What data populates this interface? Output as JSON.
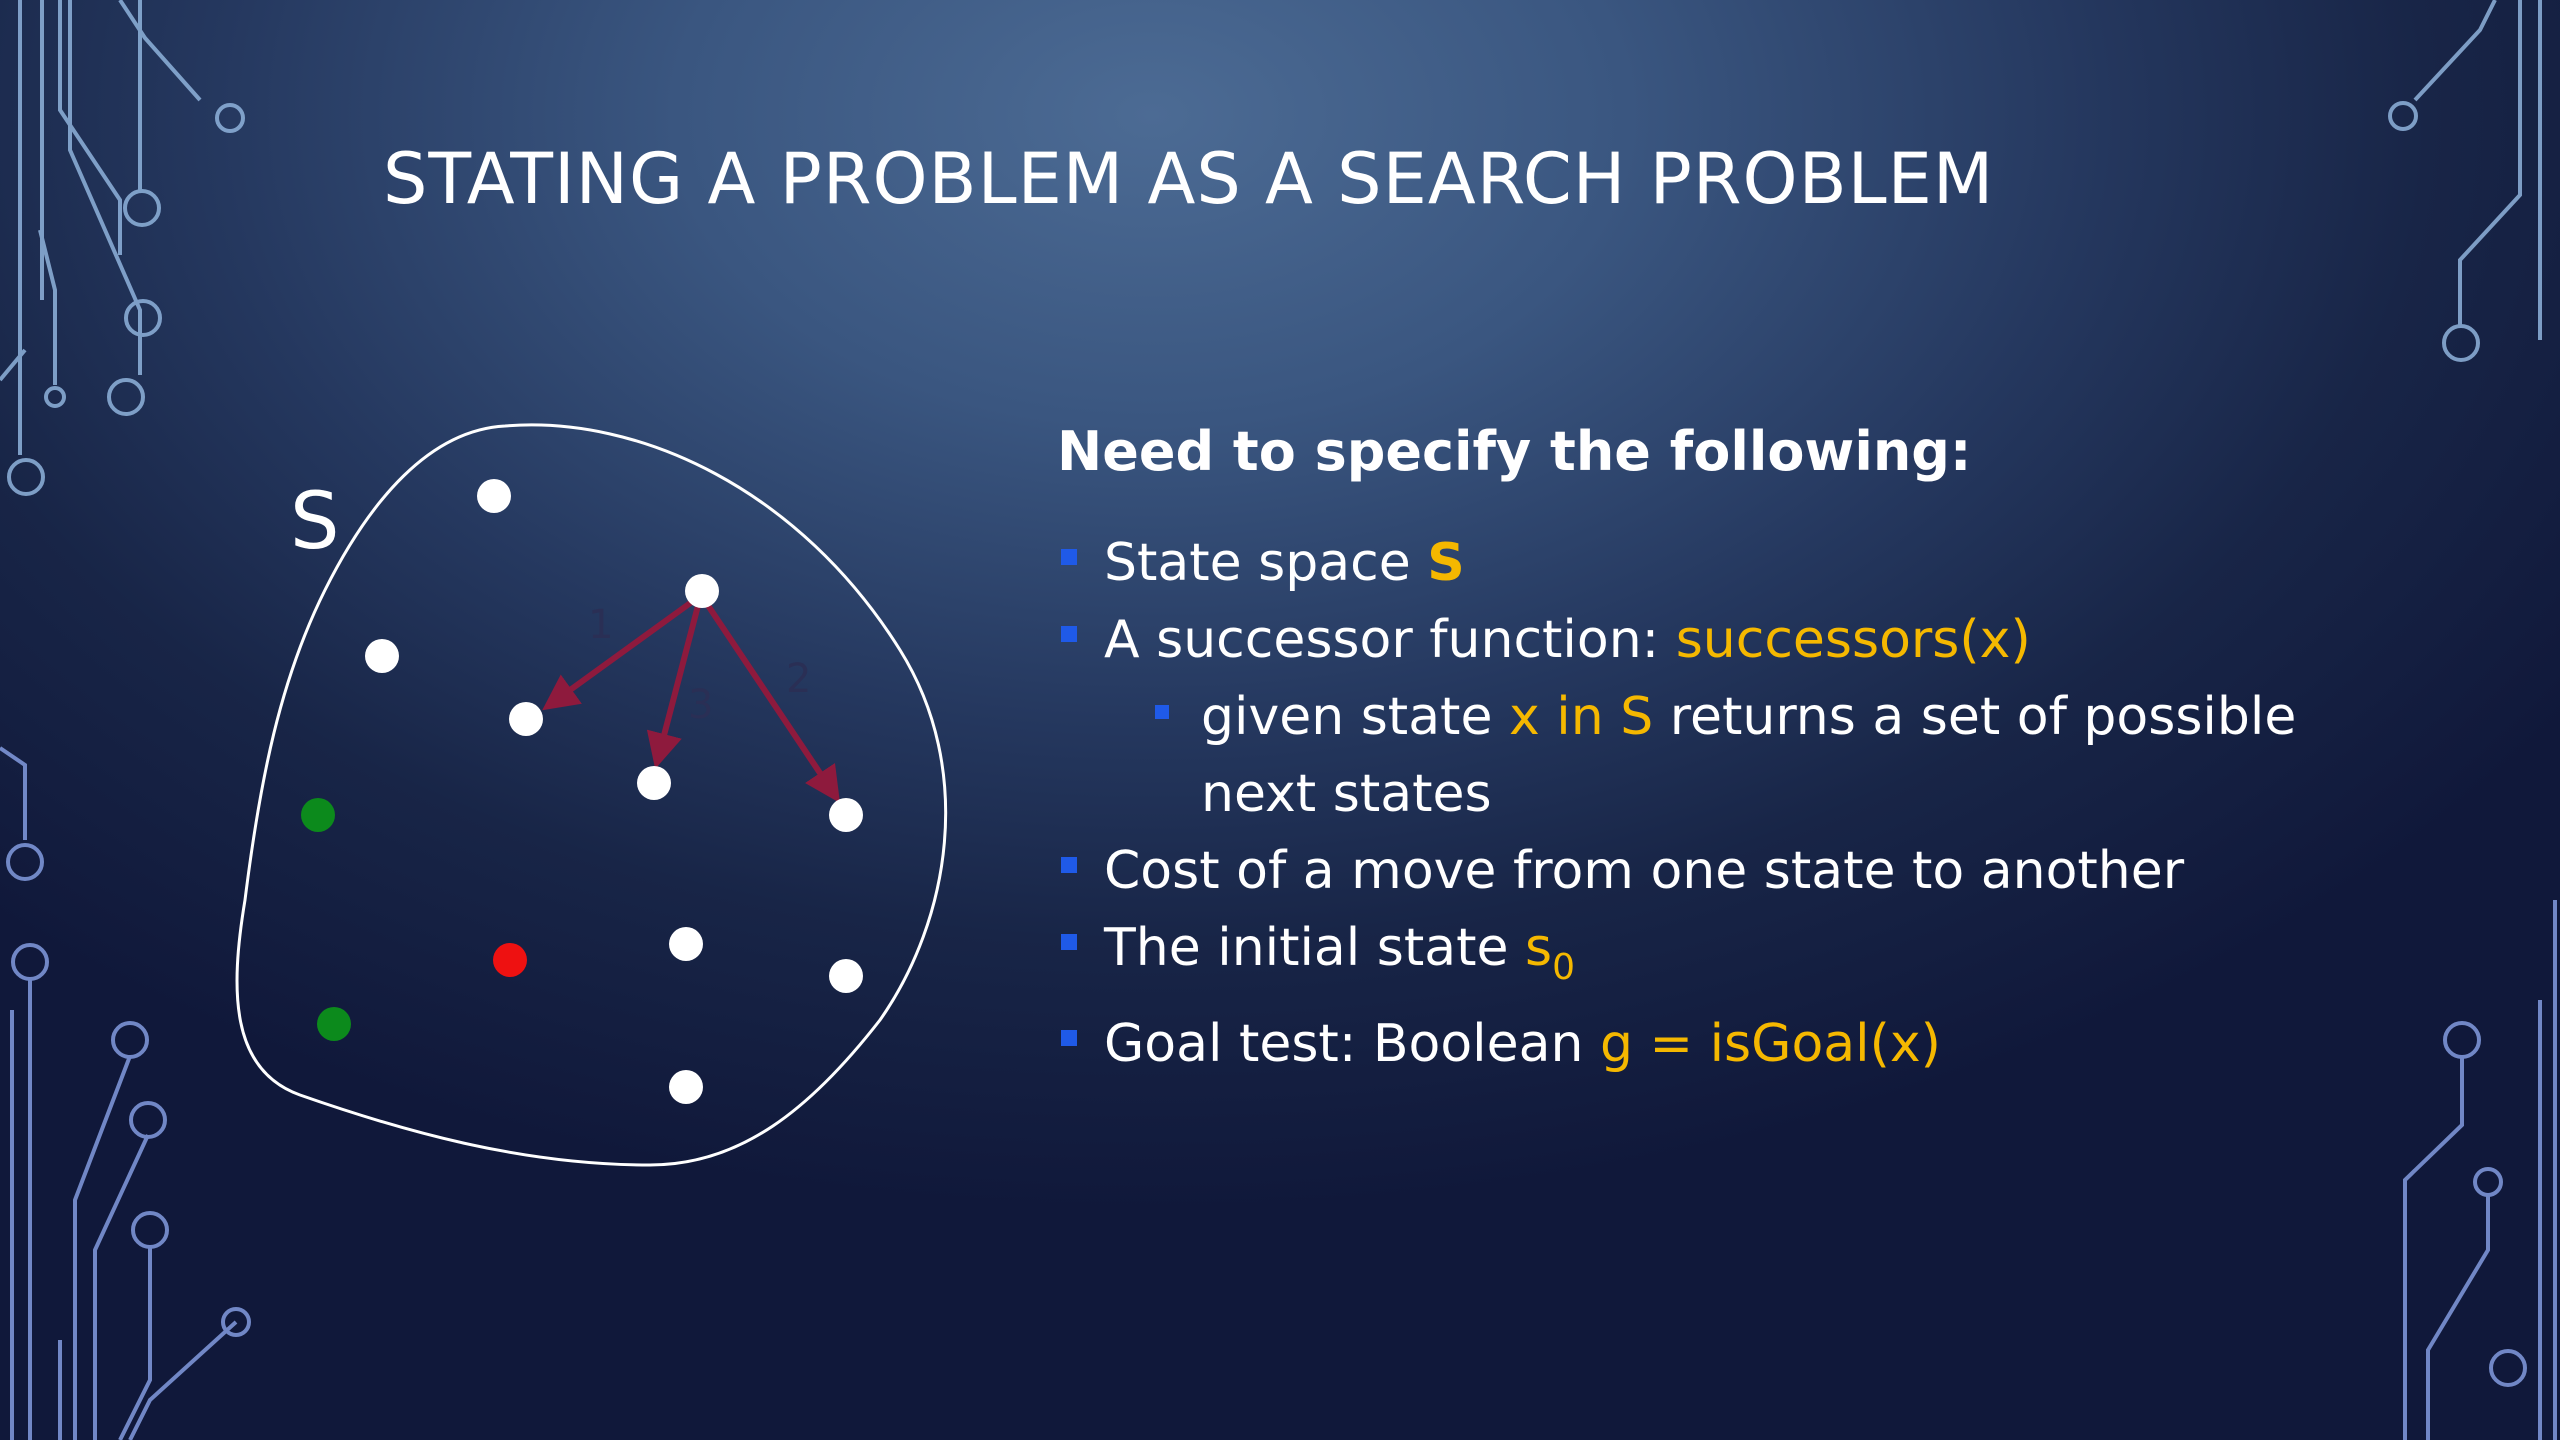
{
  "slide": {
    "title": "STATING A PROBLEM AS A SEARCH PROBLEM",
    "colors": {
      "background": "#2c4470",
      "text": "#ffffff",
      "highlight": "#f5b800",
      "bullet_marker": "#1f5ae8",
      "arrow": "#8e1a3d",
      "goal_node": "#0c8a1c",
      "start_node": "#ee1111",
      "node": "#ffffff"
    }
  },
  "diagram": {
    "set_label": "S",
    "edge_labels": [
      "1",
      "3",
      "2"
    ]
  },
  "content": {
    "lead": "Need to specify the following:",
    "bullets": [
      {
        "text": "State space ",
        "highlight": "S"
      },
      {
        "text": "A successor function: ",
        "highlight": "successors(x)"
      },
      {
        "pre": "given state ",
        "highlight": "x in S",
        "post": " returns a set of possible next states"
      },
      {
        "text": "Cost of a move from one state to another"
      },
      {
        "text": "The initial state ",
        "highlight": "s",
        "subscript": "0"
      },
      {
        "text": "Goal test:  Boolean ",
        "highlight": "g = isGoal(x)"
      }
    ]
  }
}
